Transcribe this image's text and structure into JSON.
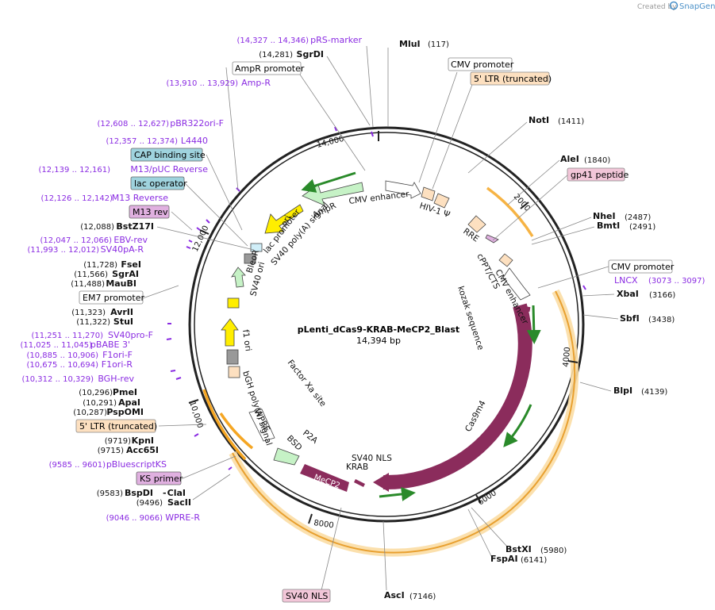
{
  "watermark": {
    "prefix": "Created by",
    "brand": "SnapGene"
  },
  "plasmid": {
    "name": "pLenti_dCas9-KRAB-MeCP2_Blast",
    "size": "14,394 bp"
  },
  "ticks": [
    "14,000",
    "2000",
    "4000",
    "6000",
    "8000",
    "10,000",
    "12,000"
  ],
  "sites": [
    {
      "name": "MluI",
      "pos": "(117)"
    },
    {
      "name": "NotI",
      "pos": "(1411)"
    },
    {
      "name": "AleI",
      "pos": "(1840)"
    },
    {
      "name": "NheI",
      "pos": "(2487)"
    },
    {
      "name": "BmtI",
      "pos": "(2491)"
    },
    {
      "name": "XbaI",
      "pos": "(3166)"
    },
    {
      "name": "SbfI",
      "pos": "(3438)"
    },
    {
      "name": "BlpI",
      "pos": "(4139)"
    },
    {
      "name": "BstXI",
      "pos": "(5980)"
    },
    {
      "name": "FspAI",
      "pos": "(6141)"
    },
    {
      "name": "AscI",
      "pos": "(7146)"
    },
    {
      "name": "SacII",
      "pos": "(9496)"
    },
    {
      "name": "BspDI",
      "pos": "(9583)"
    },
    {
      "name": "ClaI",
      "pos": ""
    },
    {
      "name": "Acc65I",
      "pos": "(9715)"
    },
    {
      "name": "KpnI",
      "pos": "(9719)"
    },
    {
      "name": "PspOMI",
      "pos": "(10,287)"
    },
    {
      "name": "ApaI",
      "pos": "(10,291)"
    },
    {
      "name": "PmeI",
      "pos": "(10,296)"
    },
    {
      "name": "StuI",
      "pos": "(11,322)"
    },
    {
      "name": "AvrII",
      "pos": "(11,323)"
    },
    {
      "name": "MauBI",
      "pos": "(11,488)"
    },
    {
      "name": "SgrAI",
      "pos": "(11,566)"
    },
    {
      "name": "FseI",
      "pos": "(11,728)"
    },
    {
      "name": "BstZ17I",
      "pos": "(12,088)"
    },
    {
      "name": "SgrDI",
      "pos": "(14,281)"
    }
  ],
  "primers": [
    {
      "name": "pRS-marker",
      "pos": "(14,327 .. 14,346)"
    },
    {
      "name": "Amp-R",
      "pos": "(13,910 .. 13,929)"
    },
    {
      "name": "pBR322ori-F",
      "pos": "(12,608 .. 12,627)"
    },
    {
      "name": "L4440",
      "pos": "(12,357 .. 12,374)"
    },
    {
      "name": "M13/pUC Reverse",
      "pos": "(12,139 .. 12,161)"
    },
    {
      "name": "M13 Reverse",
      "pos": "(12,126 .. 12,142)"
    },
    {
      "name": "EBV-rev",
      "pos": "(12,047 .. 12,066)"
    },
    {
      "name": "SV40pA-R",
      "pos": "(11,993 .. 12,012)"
    },
    {
      "name": "SV40pro-F",
      "pos": "(11,251 .. 11,270)"
    },
    {
      "name": "pBABE 3'",
      "pos": "(11,025 .. 11,045)"
    },
    {
      "name": "F1ori-F",
      "pos": "(10,885 .. 10,906)"
    },
    {
      "name": "F1ori-R",
      "pos": "(10,675 .. 10,694)"
    },
    {
      "name": "BGH-rev",
      "pos": "(10,312 .. 10,329)"
    },
    {
      "name": "pBluescriptKS",
      "pos": "(9585 .. 9601)"
    },
    {
      "name": "WPRE-R",
      "pos": "(9046 .. 9066)"
    },
    {
      "name": "LNCX",
      "pos": "(3073 .. 3097)"
    }
  ],
  "boxed_labels": [
    {
      "text": "AmpR promoter"
    },
    {
      "text": "CAP binding site"
    },
    {
      "text": "lac operator"
    },
    {
      "text": "M13 rev"
    },
    {
      "text": "EM7 promoter"
    },
    {
      "text": "5' LTR (truncated)"
    },
    {
      "text": "KS primer"
    },
    {
      "text": "SV40 NLS"
    },
    {
      "text": "CMV promoter"
    },
    {
      "text": "5' LTR (truncated)"
    },
    {
      "text": "gp41 peptide"
    },
    {
      "text": "CMV promoter"
    }
  ],
  "inner_labels": [
    "CMV enhancer",
    "HIV-1 Ψ",
    "RRE",
    "cPPT/CTS",
    "CMV enhancer",
    "kozak sequence",
    "Cas9m4",
    "SV40 NLS",
    "KRAB",
    "MeCP2",
    "P2A",
    "BSD",
    "WPRE",
    "Factor Xa site",
    "bGH poly(A) signal",
    "f1 ori",
    "SV40 ori",
    "BleoR",
    "SV40 poly(A) signal",
    "lac promoter",
    "ori",
    "AmpR"
  ],
  "colors": {
    "backbone": "#222222",
    "primer": "#8a2be2",
    "cas9": "#8b2c5c",
    "ltr": "#f5a623",
    "promoter_green": "#c6f2c6",
    "ori_yellow": "#ffee00",
    "cap_box": "#9fd3de",
    "pink_box": "#f2c6d8",
    "orange_box": "#fde0c0"
  }
}
